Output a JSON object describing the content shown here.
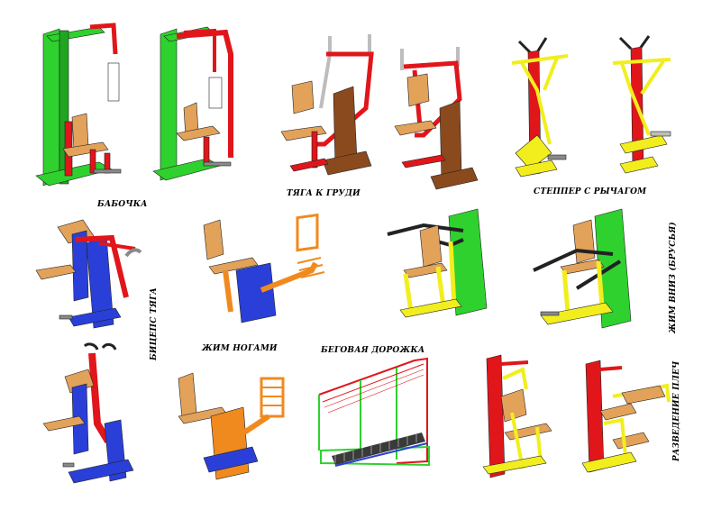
{
  "labels": {
    "butterfly": "БАБОЧКА",
    "chest_pull": "ТЯГА К ГРУДИ",
    "lever_stepper": "СТЕППЕР С РЫЧАГОМ",
    "biceps_pull": "БИЦЕПС ТЯГА",
    "leg_press": "ЖИМ НОГАМИ",
    "treadmill": "БЕГОВАЯ ДОРОЖКА",
    "push_down": "ЖИМ ВНИЗ (БРУСЬЯ)",
    "shoulder_raise": "РАЗВЕДЕНИЕ ПЛЕЧ"
  },
  "colors": {
    "green": "#2fd12f",
    "red": "#e0161b",
    "yellow": "#f2ee1e",
    "blue": "#2a3fd8",
    "orange": "#f08a1e",
    "wood": "#e2a25a",
    "brown": "#8a4a1e",
    "grey": "#8a8a8a",
    "dark": "#222222"
  }
}
